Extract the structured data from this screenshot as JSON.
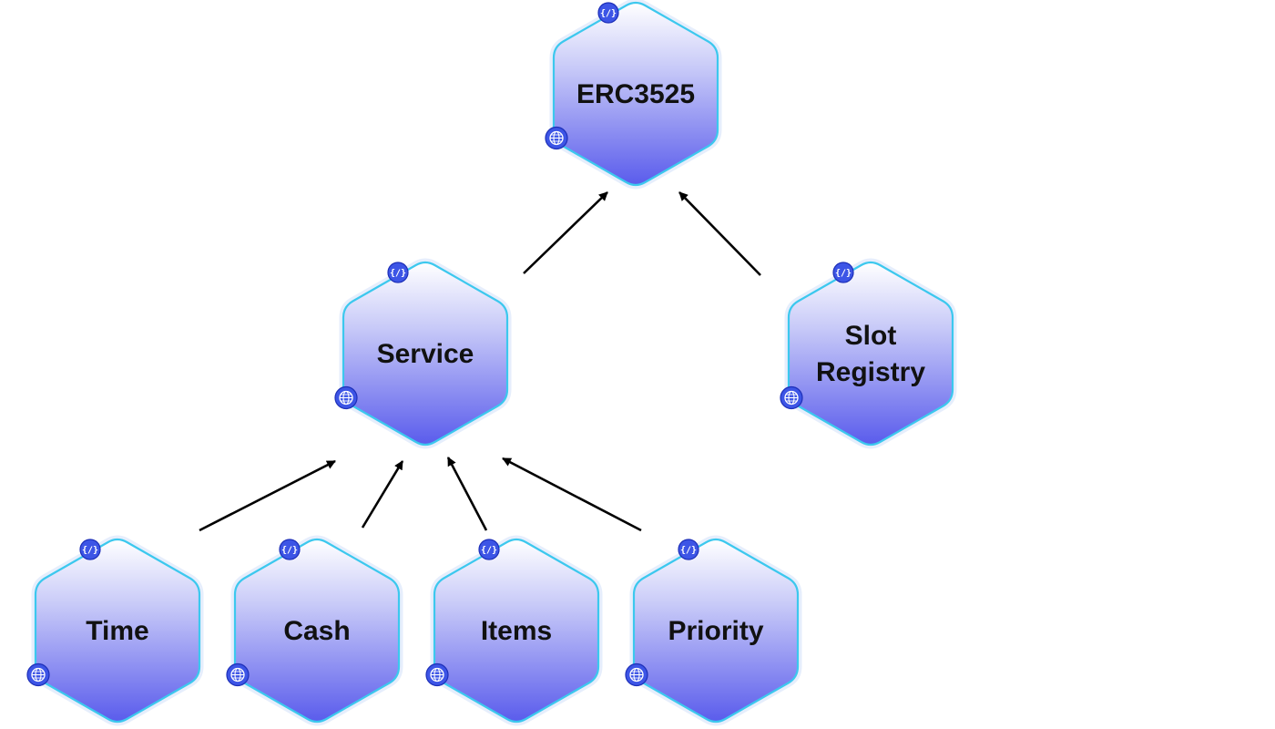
{
  "colors": {
    "hex_border": "#3cc8ee",
    "hex_fill_top": "#ffffff",
    "hex_fill_bottom": "#5a5cec",
    "badge_fill": "#3d55e6",
    "arrow": "#000000"
  },
  "icons": {
    "code_badge": "code-icon",
    "web_badge": "globe-icon"
  },
  "badge_code_text": "{/}",
  "nodes": {
    "erc3525": {
      "label_lines": [
        "ERC3525"
      ]
    },
    "service": {
      "label_lines": [
        "Service"
      ]
    },
    "slot_registry": {
      "label_lines": [
        "Slot",
        "Registry"
      ]
    },
    "time": {
      "label_lines": [
        "Time"
      ]
    },
    "cash": {
      "label_lines": [
        "Cash"
      ]
    },
    "items": {
      "label_lines": [
        "Items"
      ]
    },
    "priority": {
      "label_lines": [
        "Priority"
      ]
    }
  },
  "edges": [
    {
      "from": "service",
      "to": "erc3525"
    },
    {
      "from": "slot_registry",
      "to": "erc3525"
    },
    {
      "from": "time",
      "to": "service"
    },
    {
      "from": "cash",
      "to": "service"
    },
    {
      "from": "items",
      "to": "service"
    },
    {
      "from": "priority",
      "to": "service"
    }
  ]
}
